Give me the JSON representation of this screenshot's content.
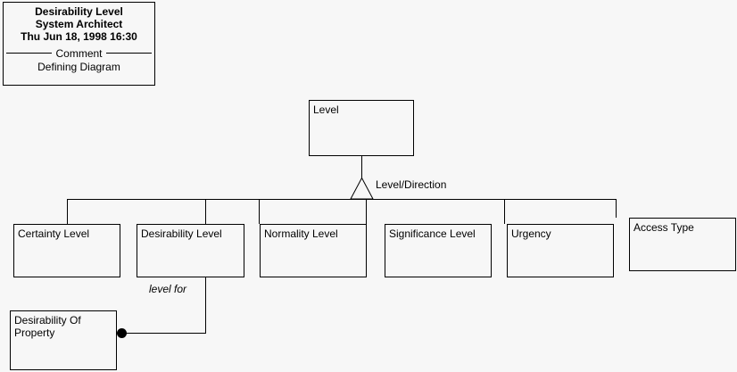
{
  "diagram": {
    "background_color": "#f7f7f7",
    "line_color": "#000000",
    "header": {
      "title_line_1": "Desirability Level",
      "title_line_2": "System Architect",
      "title_line_3": "Thu Jun 18, 1998  16:30",
      "section_label": "Comment",
      "comment_text": "Defining Diagram"
    },
    "supertype": {
      "name": "Level"
    },
    "generalization": {
      "discriminator_label": "Level/Direction"
    },
    "subtypes": [
      {
        "name": "Certainty Level"
      },
      {
        "name": "Desirability Level"
      },
      {
        "name": "Normality Level"
      },
      {
        "name": "Significance Level"
      },
      {
        "name": "Urgency"
      },
      {
        "name": "Access Type"
      }
    ],
    "related_entity": {
      "name": "Desirability Of\nProperty"
    },
    "relationship": {
      "label": "level for",
      "end_marker": "filled-circle-mandatory"
    }
  }
}
